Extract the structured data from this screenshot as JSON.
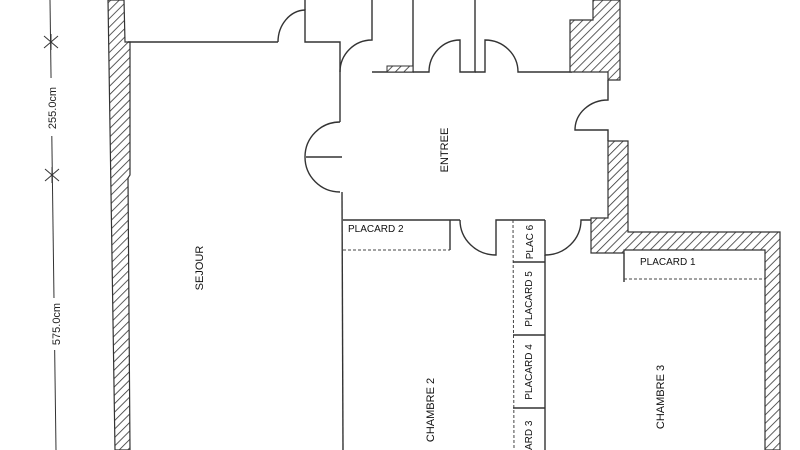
{
  "rooms": {
    "sejour": "SEJOUR",
    "entree": "ENTREE",
    "chambre2": "CHAMBRE 2",
    "chambre3": "CHAMBRE 3"
  },
  "placards": {
    "p1": "PLACARD 1",
    "p2": "PLACARD 2",
    "p3": "ARD 3",
    "p4": "PLACARD 4",
    "p5": "PLACARD 5",
    "p6": "PLAC 6"
  },
  "dimensions": {
    "d1": "255.0cm",
    "d2": "575.0cm"
  },
  "colors": {
    "line": "#333333",
    "background": "#ffffff"
  }
}
